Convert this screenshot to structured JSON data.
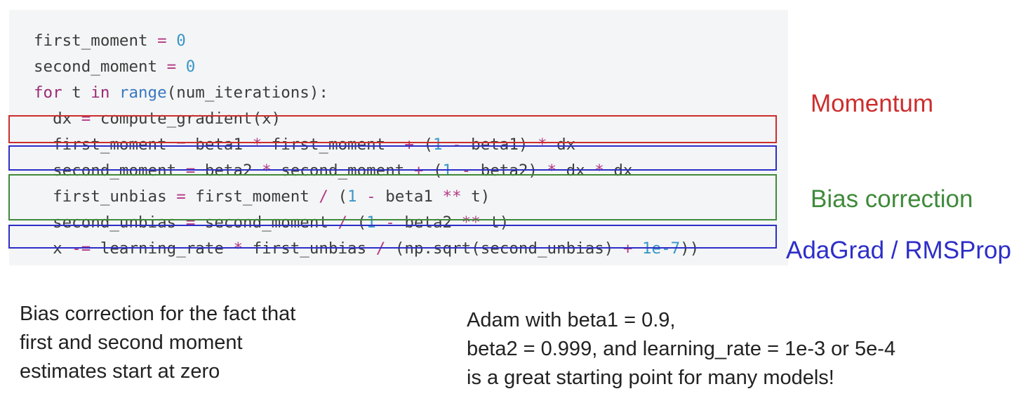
{
  "code": {
    "lines": [
      [
        {
          "t": "first_moment "
        },
        {
          "t": "=",
          "c": "op"
        },
        {
          "t": " "
        },
        {
          "t": "0",
          "c": "num"
        }
      ],
      [
        {
          "t": "second_moment "
        },
        {
          "t": "=",
          "c": "op"
        },
        {
          "t": " "
        },
        {
          "t": "0",
          "c": "num"
        }
      ],
      [
        {
          "t": "for",
          "c": "kw"
        },
        {
          "t": " t "
        },
        {
          "t": "in",
          "c": "kw"
        },
        {
          "t": " "
        },
        {
          "t": "range",
          "c": "bi"
        },
        {
          "t": "(num_iterations):"
        }
      ],
      [
        {
          "t": "  dx "
        },
        {
          "t": "=",
          "c": "op"
        },
        {
          "t": " compute_gradient(x)"
        }
      ],
      [
        {
          "t": "  first_moment "
        },
        {
          "t": "=",
          "c": "op"
        },
        {
          "t": " beta1 "
        },
        {
          "t": "*",
          "c": "op"
        },
        {
          "t": " first_moment  "
        },
        {
          "t": "+",
          "c": "op"
        },
        {
          "t": " ("
        },
        {
          "t": "1",
          "c": "num"
        },
        {
          "t": " "
        },
        {
          "t": "-",
          "c": "op"
        },
        {
          "t": " beta1) "
        },
        {
          "t": "*",
          "c": "op"
        },
        {
          "t": " dx"
        }
      ],
      [
        {
          "t": "  second_moment "
        },
        {
          "t": "=",
          "c": "op"
        },
        {
          "t": " beta2 "
        },
        {
          "t": "*",
          "c": "op"
        },
        {
          "t": " second_moment "
        },
        {
          "t": "+",
          "c": "op"
        },
        {
          "t": " ("
        },
        {
          "t": "1",
          "c": "num"
        },
        {
          "t": " "
        },
        {
          "t": "-",
          "c": "op"
        },
        {
          "t": " beta2) "
        },
        {
          "t": "*",
          "c": "op"
        },
        {
          "t": " dx "
        },
        {
          "t": "*",
          "c": "op"
        },
        {
          "t": " dx"
        }
      ],
      [
        {
          "t": "  first_unbias "
        },
        {
          "t": "=",
          "c": "op"
        },
        {
          "t": " first_moment "
        },
        {
          "t": "/",
          "c": "op"
        },
        {
          "t": " ("
        },
        {
          "t": "1",
          "c": "num"
        },
        {
          "t": " "
        },
        {
          "t": "-",
          "c": "op"
        },
        {
          "t": " beta1 "
        },
        {
          "t": "**",
          "c": "op"
        },
        {
          "t": " t)"
        }
      ],
      [
        {
          "t": "  second_unbias "
        },
        {
          "t": "=",
          "c": "op"
        },
        {
          "t": " second_moment "
        },
        {
          "t": "/",
          "c": "op"
        },
        {
          "t": " ("
        },
        {
          "t": "1",
          "c": "num"
        },
        {
          "t": " "
        },
        {
          "t": "-",
          "c": "op"
        },
        {
          "t": " beta2 "
        },
        {
          "t": "**",
          "c": "op"
        },
        {
          "t": " t)"
        }
      ],
      [
        {
          "t": "  x "
        },
        {
          "t": "-=",
          "c": "op"
        },
        {
          "t": " learning_rate "
        },
        {
          "t": "*",
          "c": "op"
        },
        {
          "t": " first_unbias "
        },
        {
          "t": "/",
          "c": "op"
        },
        {
          "t": " (np.sqrt(second_unbias) "
        },
        {
          "t": "+",
          "c": "op"
        },
        {
          "t": " "
        },
        {
          "t": "1e-7",
          "c": "num"
        },
        {
          "t": "))"
        }
      ]
    ]
  },
  "labels": {
    "momentum": "Momentum",
    "bias_correction": "Bias correction",
    "adagrad_rmsprop": "AdaGrad / RMSProp"
  },
  "notes": {
    "left": [
      "Bias correction for the fact that",
      "first and second moment",
      "estimates start at zero"
    ],
    "right": [
      "Adam with beta1 = 0.9,",
      "beta2 = 0.999, and learning_rate = 1e-3 or 5e-4",
      "is a great starting point for many models!"
    ]
  },
  "colors": {
    "momentum": "#cc2d2d",
    "bias_correction": "#3f8a3a",
    "adagrad_rmsprop": "#2d2ec8",
    "keyword": "#9c2a78",
    "number": "#3a96c8",
    "operator": "#b23a85",
    "code_background": "#f4f5f6"
  }
}
